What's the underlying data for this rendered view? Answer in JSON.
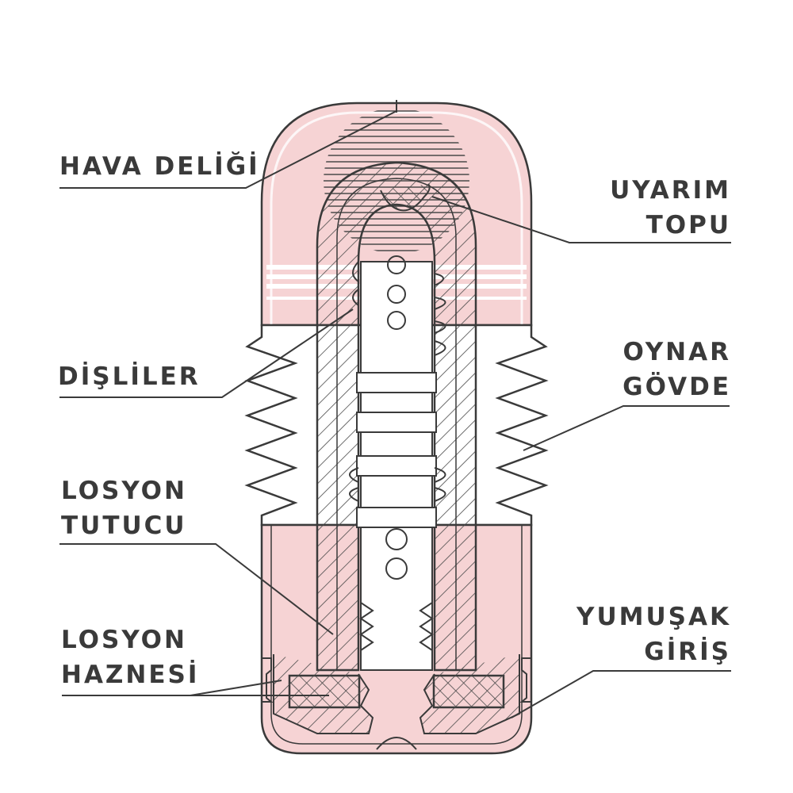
{
  "labels": {
    "hava_deligi": "HAVA DELİĞİ",
    "uyarim_topu": [
      "UYARIM",
      "TOPU"
    ],
    "disliler": "DİŞLİLER",
    "oynar_govde": [
      "OYNAR",
      "GÖVDE"
    ],
    "losyon_tutucu": [
      "LOSYON",
      "TUTUCU"
    ],
    "losyon_haznesi": [
      "LOSYON",
      "HAZNESİ"
    ],
    "yumusak_giris": [
      "YUMUŞAK",
      "GİRİŞ"
    ]
  },
  "colors": {
    "outline": "#3a3a3a",
    "pink_fill": "#f6d3d4",
    "pink_light": "#fbe6e6",
    "hatch": "#4a4a4a",
    "text": "#3a3a3a"
  }
}
